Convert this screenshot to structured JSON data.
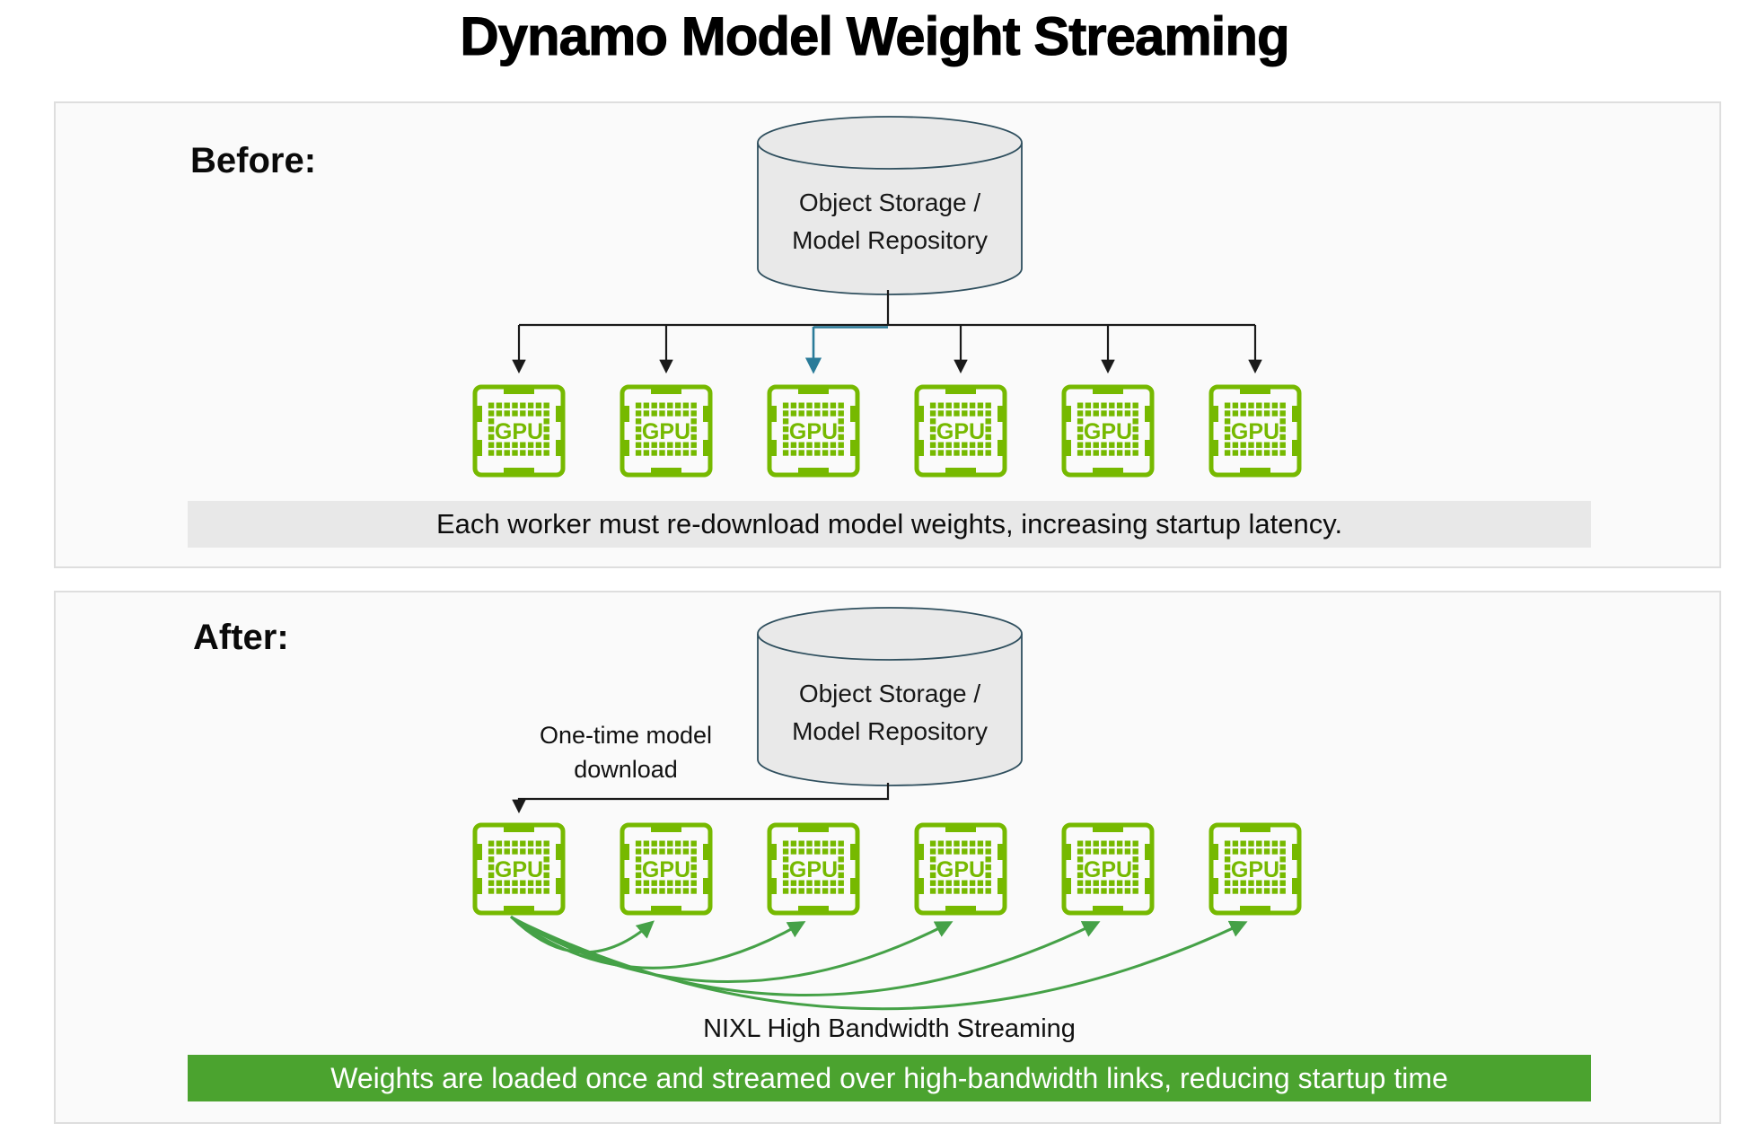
{
  "title": "Dynamo Model Weight Streaming",
  "colors": {
    "nvidia_green": "#76B900",
    "curve_green": "#45A147",
    "bar_green": "#4BA32F",
    "highlight_teal": "#2A7B99",
    "arrow_black": "#1A1A1A",
    "cylinder_fill": "#E9E9E9",
    "cylinder_stroke": "#2F4F5E",
    "panel_bg": "#FAFAFA",
    "gray_band_bg": "#E8E8E8"
  },
  "before": {
    "label": "Before:",
    "storage": {
      "line1": "Object Storage /",
      "line2": "Model Repository"
    },
    "gpu_label": "GPU",
    "gpu_count": 6,
    "caption": "Each worker must re-download model weights, increasing startup latency."
  },
  "after": {
    "label": "After:",
    "storage": {
      "line1": "Object Storage /",
      "line2": "Model Repository"
    },
    "download_note": {
      "line1": "One-time model",
      "line2": "download"
    },
    "gpu_label": "GPU",
    "gpu_count": 6,
    "streaming_label": "NIXL High Bandwidth Streaming",
    "caption": "Weights are loaded once and streamed over high-bandwidth links, reducing startup time"
  }
}
